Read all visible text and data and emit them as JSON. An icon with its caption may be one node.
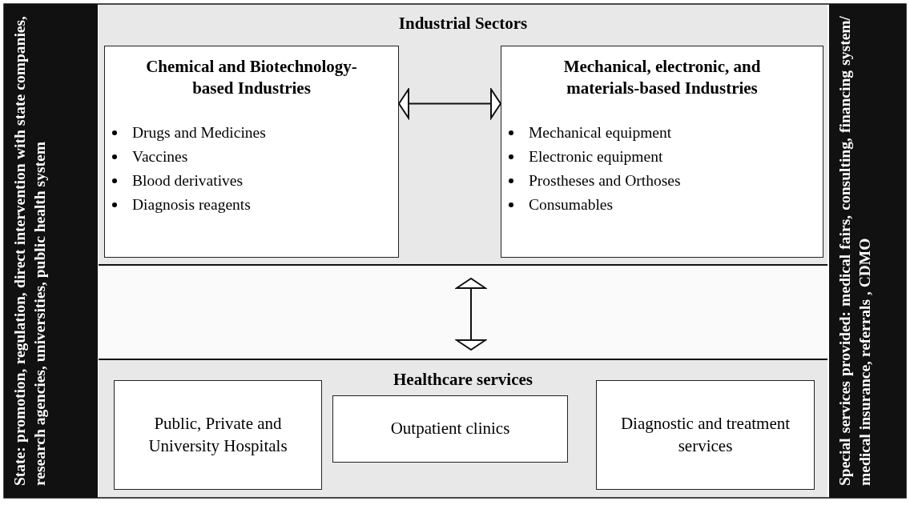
{
  "diagram": {
    "nodes": [
      {
        "text": [
          "State: promotion, regulation, direct intervention with state companies, research agencies, universities, public health system"
        ]
      },
      {
        "text": [
          "Industrial Sectors"
        ]
      },
      {
        "text": [
          "Chemical and Biotechnology-based Industries",
          "Drugs and Medicines",
          "Vaccines",
          "Blood derivatives",
          "Diagnosis reagents"
        ],
        "in": 1
      },
      {
        "text": [
          "Mechanical, electronic, and materials-based Industries",
          "Mechanical equipment",
          "Electronic equipment",
          "Prostheses and Orthoses",
          "Consumables"
        ],
        "in": 1
      },
      {
        "text": [
          "Healthcare services"
        ]
      },
      {
        "text": [
          "Public, Private and University Hospitals"
        ],
        "in": 4
      },
      {
        "text": [
          "Outpatient clinics"
        ],
        "in": 4
      },
      {
        "text": [
          "Diagnostic and treatment services"
        ],
        "in": 4
      },
      {
        "text": [
          "Special services provided: medical fairs, consulting, financing system/ medical insurance,  referrals , CDMO"
        ]
      }
    ],
    "edges": [
      {
        "from": 2,
        "to": 3,
        "arrow": "both"
      },
      {
        "from": 1,
        "to": 4,
        "arrow": "both"
      }
    ]
  }
}
